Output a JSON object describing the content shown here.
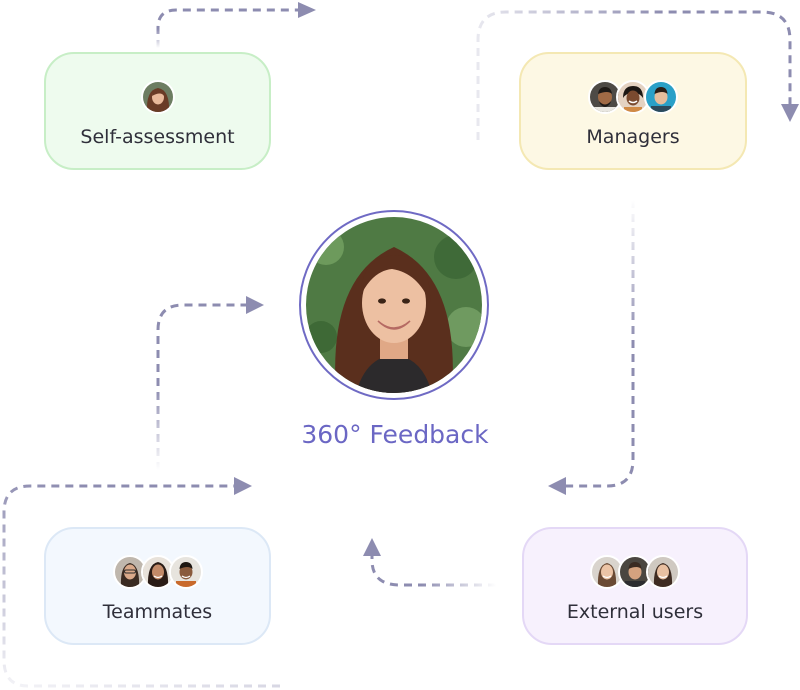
{
  "center": {
    "title": "360° Feedback",
    "photo_icon": "woman-portrait-icon"
  },
  "nodes": {
    "self": {
      "label": "Self-assessment",
      "avatar_count": 1
    },
    "managers": {
      "label": "Managers",
      "avatar_count": 3
    },
    "teammates": {
      "label": "Teammates",
      "avatar_count": 3
    },
    "external": {
      "label": "External users",
      "avatar_count": 3
    }
  },
  "colors": {
    "accent": "#6b67c4",
    "arrow": "#8d8cb0",
    "self_bg": "#eefbee",
    "managers_bg": "#fdf8e4",
    "teammates_bg": "#f3f8fe",
    "external_bg": "#f7f1fd"
  }
}
